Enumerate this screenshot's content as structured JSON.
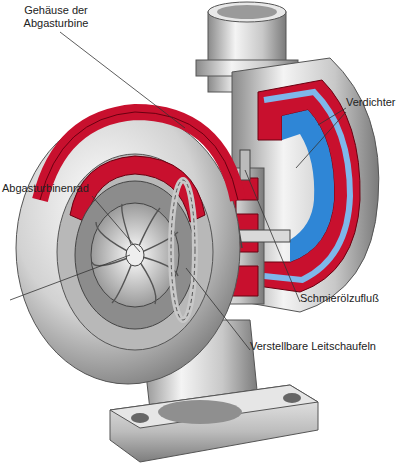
{
  "diagram": {
    "labels": [
      "Gehäuse der Abgasturbine",
      "Verdichter",
      "Abgasturbinenrad",
      "Schmierölzufluß",
      "Verstellbare Leitschaufeln"
    ]
  }
}
